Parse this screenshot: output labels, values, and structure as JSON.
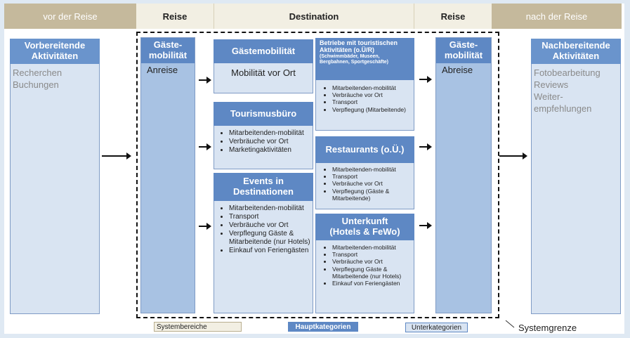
{
  "header": {
    "vor_der_reise": "vor der Reise",
    "reise_left": "Reise",
    "destination": "Destination",
    "reise_right": "Reise",
    "nach_der_reise": "nach der Reise"
  },
  "left": {
    "title": "Vorbereitende Aktivitäten",
    "items": [
      "Recherchen",
      "Buchungen"
    ]
  },
  "gm_left": {
    "title": "Gäste-mobilität",
    "text": "Anreise"
  },
  "gm_right": {
    "title": "Gäste-mobilität",
    "text": "Abreise"
  },
  "right": {
    "title": "Nachbereitende Aktivitäten",
    "items": [
      "Fotobearbeitung",
      "Reviews",
      "Weiter-empfehlungen"
    ]
  },
  "gaestemobilitaet": {
    "title": "Gästemobilität",
    "text": "Mobilität vor Ort"
  },
  "tourismusbuero": {
    "title": "Tourismusbüro",
    "items": [
      "Mitarbeitenden-mobilität",
      "Verbräuche vor Ort",
      "Marketingaktivitäten"
    ]
  },
  "events": {
    "title": "Events in Destinationen",
    "items": [
      "Mitarbeitenden-mobilität",
      "Transport",
      "Verbräuche vor Ort",
      "Verpflegung Gäste & Mitarbeitende (nur Hotels)",
      "Einkauf von Feriengästen"
    ]
  },
  "betriebe": {
    "title": "Betriebe mit touristischen Aktivitäten (o.Ü/R)",
    "subtitle": "(Schwimmbäder, Museen, Bergbahnen, Sportgeschäfte)",
    "items": [
      "Mitarbeitenden-mobilität",
      "Verbräuche vor Ort",
      "Transport",
      "Verpflegung (Mitarbeitende)"
    ]
  },
  "restaurants": {
    "title": "Restaurants (o.Ü.)",
    "items": [
      "Mitarbeitenden-mobilität",
      "Transport",
      "Verbräuche vor Ort",
      "Verpflegung (Gäste & Mitarbeitende)"
    ]
  },
  "unterkunft": {
    "title": "Unterkunft (Hotels & FeWo)",
    "items": [
      "Mitarbeitenden-mobilität",
      "Transport",
      "Verbräuche vor Ort",
      "Verpflegung Gäste & Mitarbeitende (nur Hotels)",
      "Einkauf von Feriengästen"
    ]
  },
  "legend": {
    "systembereiche": "Systembereiche",
    "hauptkategorien": "Hauptkategorien",
    "unterkategorien": "Unterkategorien",
    "systemgrenze": "Systemgrenze"
  },
  "colors": {
    "header_dark": "#c5b99c",
    "header_light": "#f2efe3",
    "main_blue": "#5e88c4",
    "light_blue": "#d9e4f2",
    "mid_blue": "#a8c2e3"
  }
}
